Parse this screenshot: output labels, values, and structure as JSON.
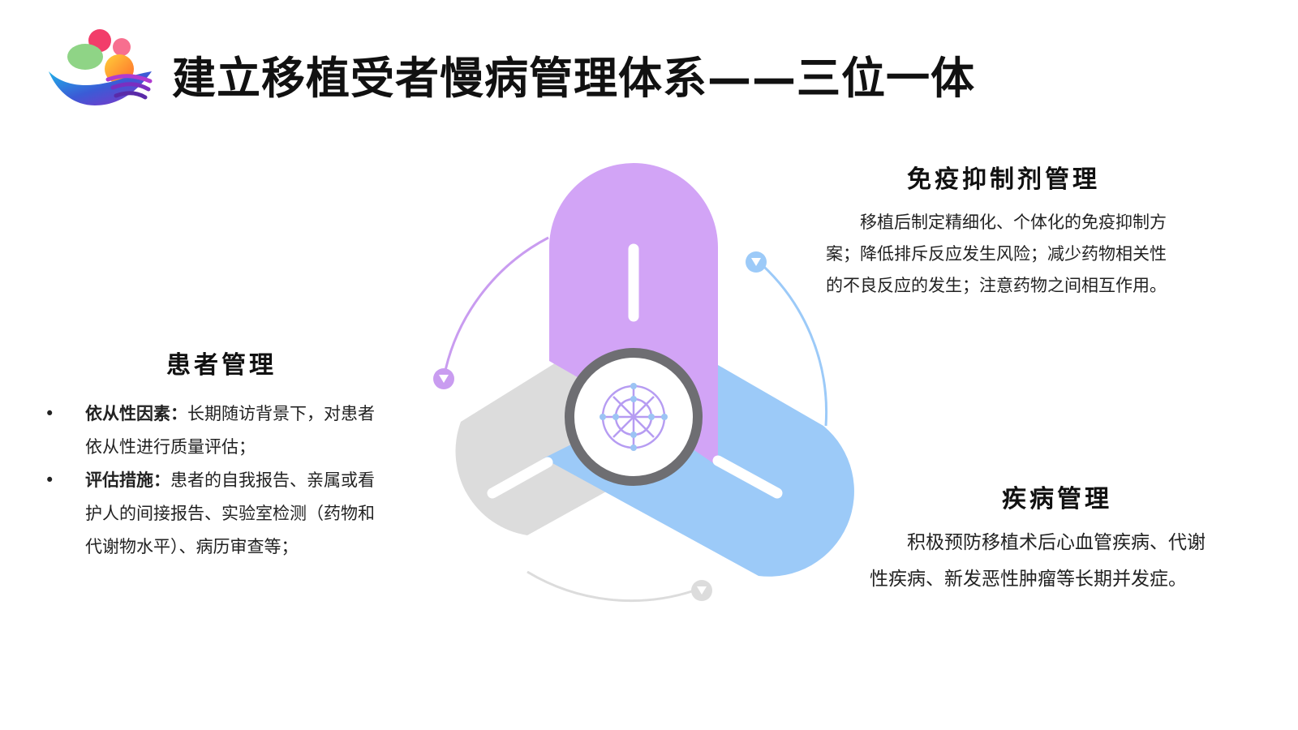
{
  "title": "建立移植受者慢病管理体系——三位一体",
  "immunosuppressant": {
    "title": "免疫抑制剂管理",
    "text": "移植后制定精细化、个体化的免疫抑制方案；降低排斥反应发生风险；减少药物相关性的不良反应的发生；注意药物之间相互作用。"
  },
  "patient": {
    "title": "患者管理",
    "bullets": [
      {
        "marker": "•",
        "label": "依从性因素：",
        "text": "长期随访背景下，对患者依从性进行质量评估；"
      },
      {
        "marker": "•",
        "label": "评估措施：",
        "text": "患者的自我报告、亲属或看护人的间接报告、实验室检测（药物和代谢物水平）、病历审查等；"
      }
    ]
  },
  "disease": {
    "title": "疾病管理",
    "text": "积极预防移植术后心血管疾病、代谢性疾病、新发恶性肿瘤等长期并发症。"
  },
  "colors": {
    "purple": "#d2a4f6",
    "blue": "#9ccaf8",
    "gray": "#dcdcdc",
    "ring": "#6e6e72"
  },
  "icons": {
    "logo": "hands-heart-logo",
    "center": "network-globe-icon",
    "arrows": "cycle-arrow-icon"
  }
}
